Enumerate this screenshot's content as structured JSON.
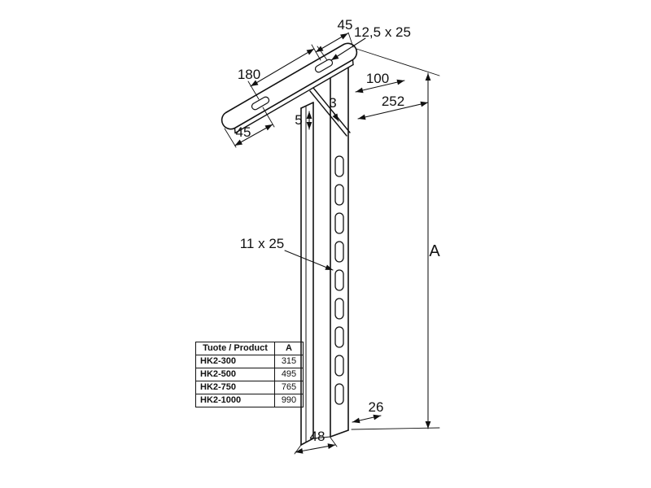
{
  "drawing": {
    "labels": {
      "plate_width_top": "45",
      "plate_slot_size": "12,5 x 25",
      "plate_length": "180",
      "offset_100": "100",
      "offset_252": "252",
      "gusset_thickness": "3",
      "plate_thickness": "5",
      "plate_width_left": "45",
      "post_slot_size": "11 x 25",
      "height_a": "A",
      "channel_depth": "26",
      "channel_width": "48"
    }
  },
  "table": {
    "headers": [
      "Tuote / Product",
      "A"
    ],
    "rows": [
      {
        "product": "HK2-300",
        "a": "315"
      },
      {
        "product": "HK2-500",
        "a": "495"
      },
      {
        "product": "HK2-750",
        "a": "765"
      },
      {
        "product": "HK2-1000",
        "a": "990"
      }
    ]
  },
  "colors": {
    "line": "#111111",
    "background": "#ffffff"
  }
}
